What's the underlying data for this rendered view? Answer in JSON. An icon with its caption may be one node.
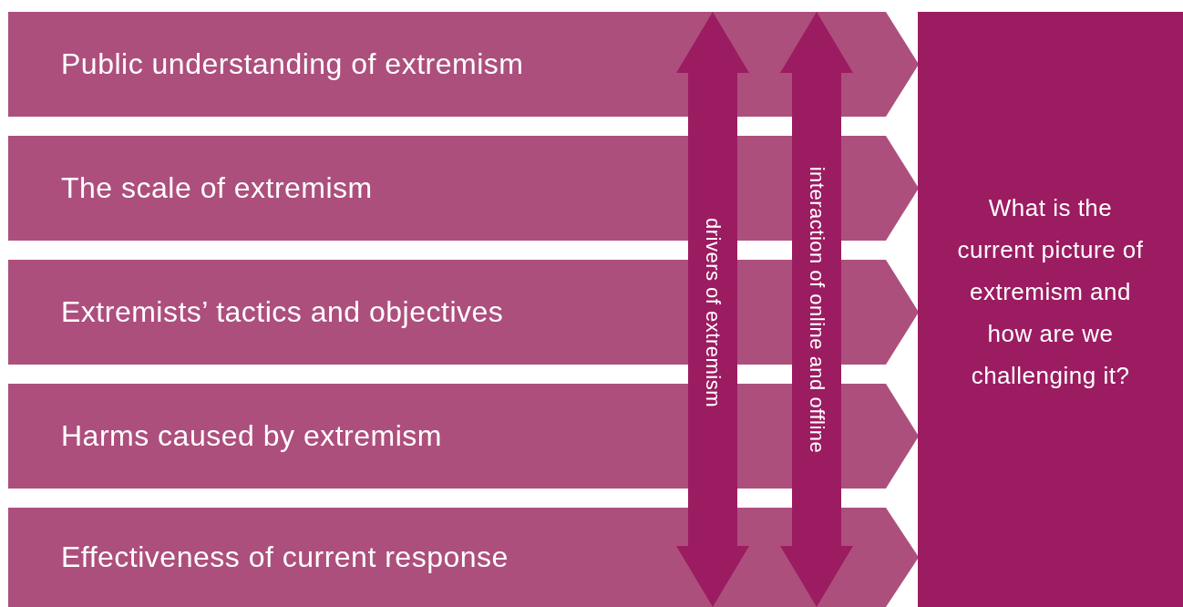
{
  "diagram": {
    "nodes": [
      {
        "text": [
          "Public understanding of extremism"
        ]
      },
      {
        "text": [
          "The scale of extremism"
        ]
      },
      {
        "text": [
          "Extremists’ tactics and objectives"
        ]
      },
      {
        "text": [
          "Harms caused by extremism"
        ]
      },
      {
        "text": [
          "Effectiveness of current response"
        ]
      },
      {
        "text": [
          "drivers of extremism"
        ]
      },
      {
        "text": [
          "interaction of online and offline"
        ]
      },
      {
        "text": [
          "What is the current picture of extremism and how are we challenging it?"
        ]
      }
    ]
  }
}
